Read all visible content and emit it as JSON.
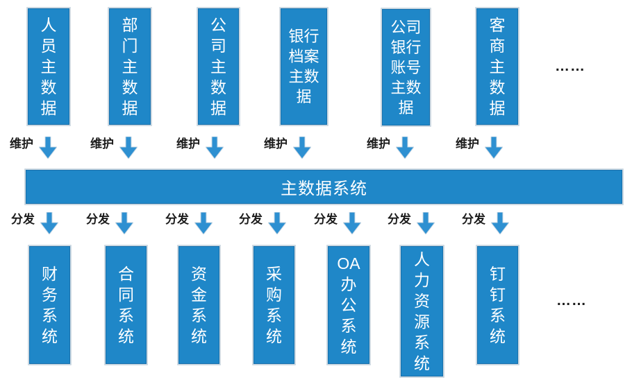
{
  "diagram": {
    "bar": {
      "label": "主数据系统"
    },
    "maintain_label": "维护",
    "distribute_label": "分发",
    "sources_ellipsis": "……",
    "targets_ellipsis": "……",
    "sources": [
      {
        "name": "人员主数据",
        "display": "人\n员\n主\n数\n据"
      },
      {
        "name": "部门主数据",
        "display": "部\n门\n主\n数\n据"
      },
      {
        "name": "公司主数据",
        "display": "公\n司\n主\n数\n据"
      },
      {
        "name": "银行档案主数据",
        "display": "银行\n档案\n主数\n据"
      },
      {
        "name": "公司银行账号主数据",
        "display": "公司\n银行\n账号\n主数\n据"
      },
      {
        "name": "客商主数据",
        "display": "客\n商\n主\n数\n据"
      }
    ],
    "targets": [
      {
        "name": "财务系统",
        "display": "财\n务\n系\n统"
      },
      {
        "name": "合同系统",
        "display": "合\n同\n系\n统"
      },
      {
        "name": "资金系统",
        "display": "资\n金\n系\n统"
      },
      {
        "name": "采购系统",
        "display": "采\n购\n系\n统"
      },
      {
        "name": "OA办公系统",
        "display": "OA\n办\n公\n系\n统"
      },
      {
        "name": "人力资源系统",
        "display": "人\n力\n资\n源\n系\n统"
      },
      {
        "name": "钉钉系统",
        "display": "钉\n钉\n系\n统"
      }
    ],
    "colors": {
      "box_blue": "#1f87c8",
      "arrow_blue": "#2e90d1",
      "label_black": "#1b1b1b"
    }
  }
}
